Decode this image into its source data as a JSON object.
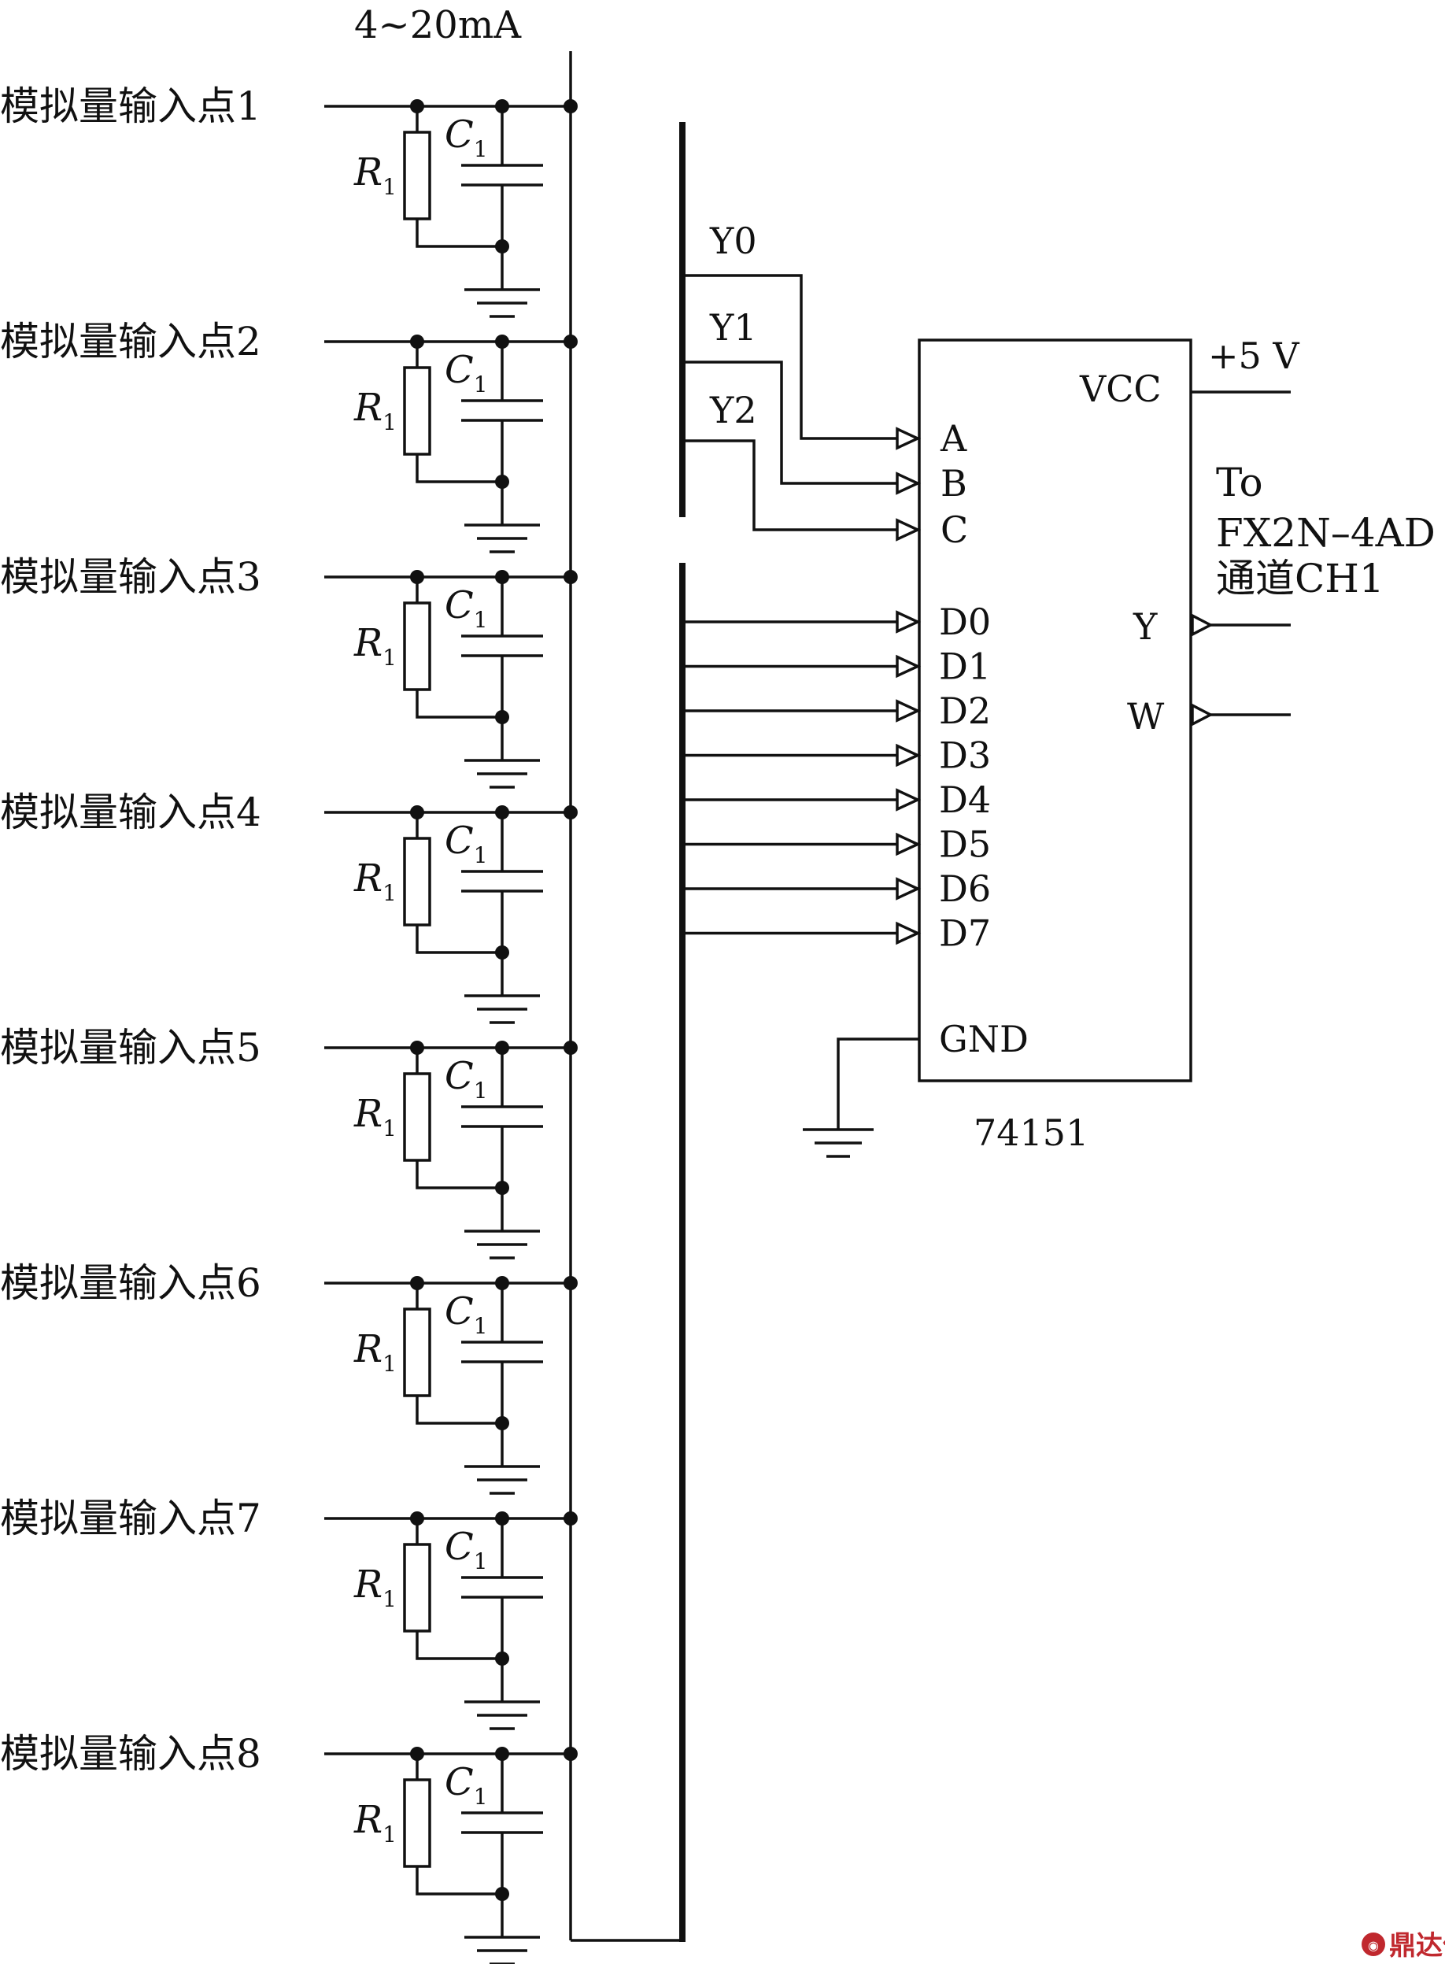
{
  "current_label": "4~20mA",
  "inputs": [
    {
      "label": "模拟量输入点1",
      "r": "R",
      "r_sub": "1",
      "c": "C",
      "c_sub": "1"
    },
    {
      "label": "模拟量输入点2",
      "r": "R",
      "r_sub": "1",
      "c": "C",
      "c_sub": "1"
    },
    {
      "label": "模拟量输入点3",
      "r": "R",
      "r_sub": "1",
      "c": "C",
      "c_sub": "1"
    },
    {
      "label": "模拟量输入点4",
      "r": "R",
      "r_sub": "1",
      "c": "C",
      "c_sub": "1"
    },
    {
      "label": "模拟量输入点5",
      "r": "R",
      "r_sub": "1",
      "c": "C",
      "c_sub": "1"
    },
    {
      "label": "模拟量输入点6",
      "r": "R",
      "r_sub": "1",
      "c": "C",
      "c_sub": "1"
    },
    {
      "label": "模拟量输入点7",
      "r": "R",
      "r_sub": "1",
      "c": "C",
      "c_sub": "1"
    },
    {
      "label": "模拟量输入点8",
      "r": "R",
      "r_sub": "1",
      "c": "C",
      "c_sub": "1"
    }
  ],
  "selects": [
    "Y0",
    "Y1",
    "Y2"
  ],
  "chip": {
    "name": "74151",
    "vcc": "VCC",
    "supply": "+5 V",
    "gnd": "GND",
    "select_pins": [
      "A",
      "B",
      "C"
    ],
    "data_pins": [
      "D0",
      "D1",
      "D2",
      "D3",
      "D4",
      "D5",
      "D6",
      "D7"
    ],
    "out_y": "Y",
    "out_w": "W"
  },
  "destination": {
    "line1": "To",
    "line2": "FX2N–4AD",
    "line3": "通道CH1"
  },
  "watermark": "鼎达信"
}
